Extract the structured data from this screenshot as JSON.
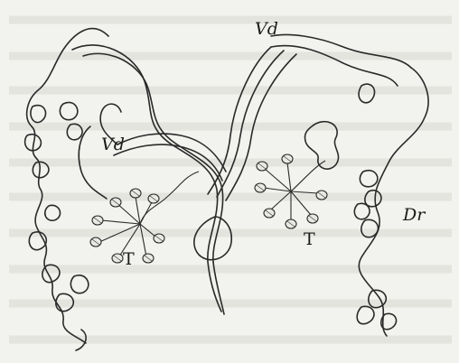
{
  "labels": {
    "vd_top": "Vd",
    "vd_left": "Vd",
    "dr": "Dr",
    "t_left": "T",
    "t_right": "T"
  }
}
